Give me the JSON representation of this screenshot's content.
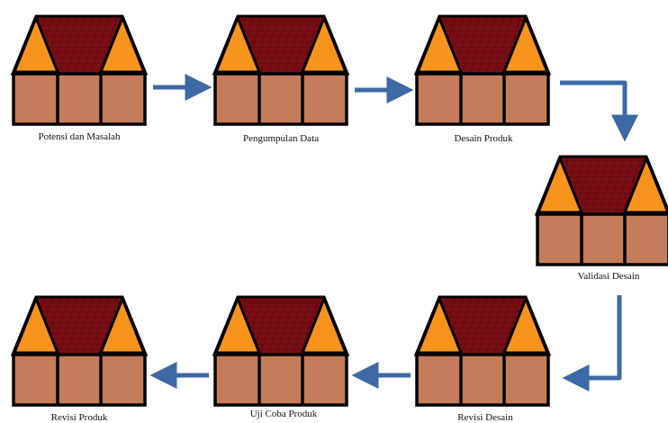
{
  "colors": {
    "roof_tile": "#7a0e14",
    "roof_gable": "#f7941d",
    "wall": "#c47c5a",
    "outline": "#000000",
    "arrow": "#3d6aa4"
  },
  "steps": [
    {
      "label": "Potensi dan Masalah"
    },
    {
      "label": "Pengumpulan Data"
    },
    {
      "label": "Desain Produk"
    },
    {
      "label": "Validasi Desain"
    },
    {
      "label": "Revisi Desain"
    },
    {
      "label": "Uji Coba Produk"
    },
    {
      "label": "Revisi Produk"
    }
  ]
}
